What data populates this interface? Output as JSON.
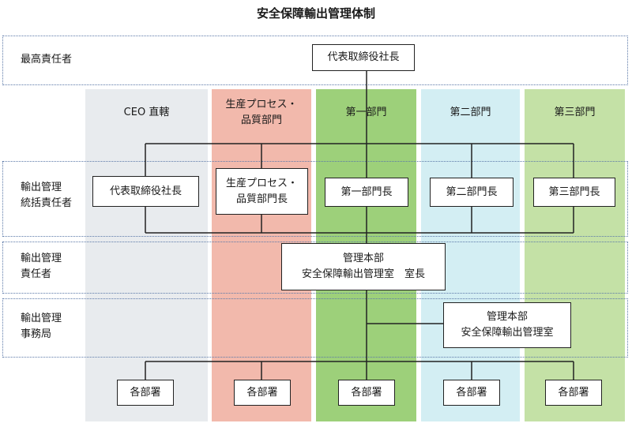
{
  "title": "安全保障輸出管理体制",
  "columns": [
    {
      "label": "CEO 直轄",
      "color": "#e8ebee"
    },
    {
      "label": "生産プロセス・\n品質部門",
      "color": "#f2b9ac"
    },
    {
      "label": "第一部門",
      "color": "#9dd07a"
    },
    {
      "label": "第二部門",
      "color": "#d3eef3"
    },
    {
      "label": "第三部門",
      "color": "#c4e1a6"
    }
  ],
  "bands": [
    {
      "label": "最高責任者"
    },
    {
      "label": "輸出管理\n統括責任者"
    },
    {
      "label": "輸出管理\n責任者"
    },
    {
      "label": "輸出管理\n事務局"
    }
  ],
  "boxes": {
    "top": "代表取締役社長",
    "managers": [
      "代表取締役社長",
      "生産プロセス・\n品質部門長",
      "第一部門長",
      "第二部門長",
      "第三部門長"
    ],
    "responsible": "管理本部\n安全保障輸出管理室　室長",
    "office": "管理本部\n安全保障輸出管理室",
    "departments": [
      "各部署",
      "各部署",
      "各部署",
      "各部署",
      "各部署"
    ]
  },
  "colors": {
    "band_border": "#5c79a8",
    "line": "#222222"
  }
}
